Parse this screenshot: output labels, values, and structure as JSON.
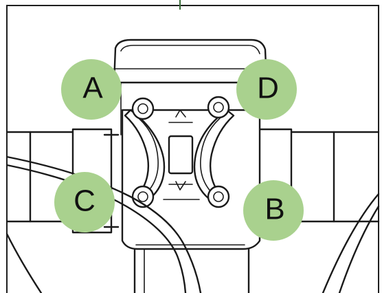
{
  "colors": {
    "frame": "#1e1e1e",
    "line": "#1a1a1a",
    "badge_fill": "#a9d18e",
    "tick": "#3c6e3c",
    "background": "#ffffff"
  },
  "badges": [
    {
      "id": "A",
      "label": "A"
    },
    {
      "id": "B",
      "label": "B"
    },
    {
      "id": "C",
      "label": "C"
    },
    {
      "id": "D",
      "label": "D"
    }
  ]
}
